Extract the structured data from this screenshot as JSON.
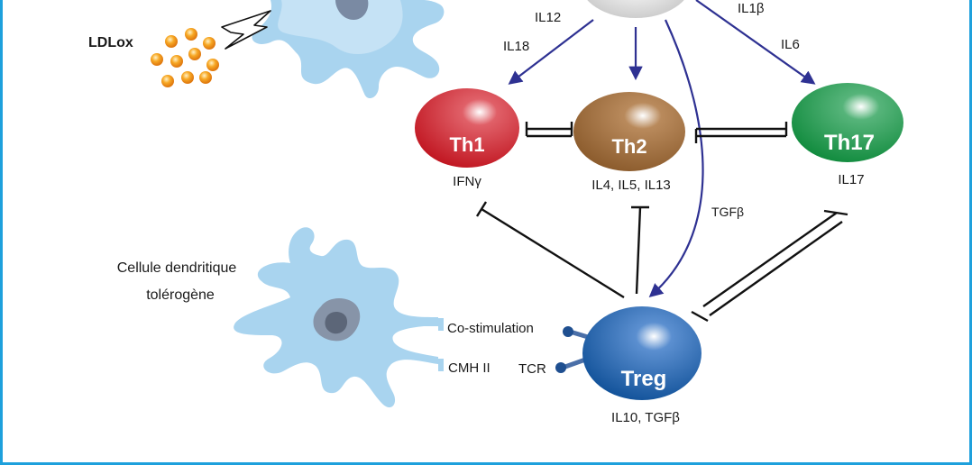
{
  "colors": {
    "frame": "#1ea0dc",
    "arrow_blue": "#2e3192",
    "inhibit": "#111111",
    "th1": "#c0141f",
    "th2": "#8a5a2b",
    "th17": "#0f8a3c",
    "treg": "#0d4e96",
    "dendritic_cell": "#a9d4ef",
    "ldl_particle": "#f7a824"
  },
  "labels": {
    "ldlox": "LDLox",
    "tolerogenic_dc": [
      "Cellule dendritique",
      "tolérogène"
    ],
    "costim": "Co-stimulation",
    "cmh": "CMH II",
    "tcr": "TCR"
  },
  "cytokines_in": {
    "il12": "IL12",
    "il18": "IL18",
    "il1b": "IL1β",
    "il6": "IL6",
    "tgfb": "TGFβ"
  },
  "cells": {
    "th1": {
      "name": "Th1",
      "product": "IFNγ"
    },
    "th2": {
      "name": "Th2",
      "product": "IL4, IL5, IL13"
    },
    "th17": {
      "name": "Th17",
      "product": "IL17"
    },
    "treg": {
      "name": "Treg",
      "product": "IL10, TGFβ"
    }
  }
}
